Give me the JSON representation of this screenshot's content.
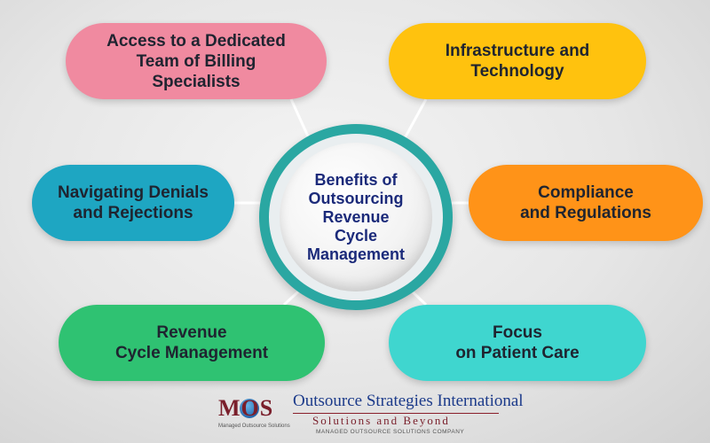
{
  "diagram": {
    "center_title": "Benefits of\nOutsourcing\nRevenue\nCycle\nManagement",
    "benefits": [
      {
        "label": "Access to a Dedicated\nTeam of Billing\nSpecialists",
        "color": "#f08aa0"
      },
      {
        "label": "Infrastructure and\nTechnology",
        "color": "#ffc20e"
      },
      {
        "label": "Navigating Denials\nand Rejections",
        "color": "#1ea6c2"
      },
      {
        "label": "Compliance\nand Regulations",
        "color": "#ff9318"
      },
      {
        "label": "Revenue\nCycle Management",
        "color": "#2fc272"
      },
      {
        "label": "Focus\non Patient Care",
        "color": "#3fd6cf"
      }
    ],
    "ring_color": "#2aa7a2"
  },
  "footer": {
    "logo_text": "MOS",
    "logo_subtitle": "Managed Outsource Solutions",
    "company_name": "Outsource Strategies International",
    "tagline": "Solutions and Beyond",
    "tagline_sub": "MANAGED OUTSOURCE SOLUTIONS COMPANY"
  }
}
